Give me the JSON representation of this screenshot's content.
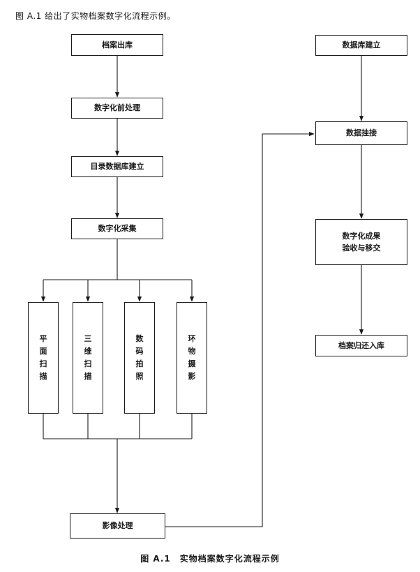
{
  "intro_text": "图 A.1 给出了实物档案数字化流程示例。",
  "caption": "图 A.1　实物档案数字化流程示例",
  "nodes": {
    "dangan_chuku": "档案出库",
    "qianchuli": "数字化前处理",
    "mulu_jianli": "目录数据库建立",
    "caiji": "数字化采集",
    "pingmian": "平面扫描",
    "sanwei": "三维扫描",
    "shuma": "数码拍照",
    "huanwu": "环物摄影",
    "yingxiang": "影像处理",
    "shujuku_jianli": "数据库建立",
    "guajie": "数据挂接",
    "yanshou_line1": "数字化成果",
    "yanshou_line2": "验收与移交",
    "huiku": "档案归还入库"
  }
}
